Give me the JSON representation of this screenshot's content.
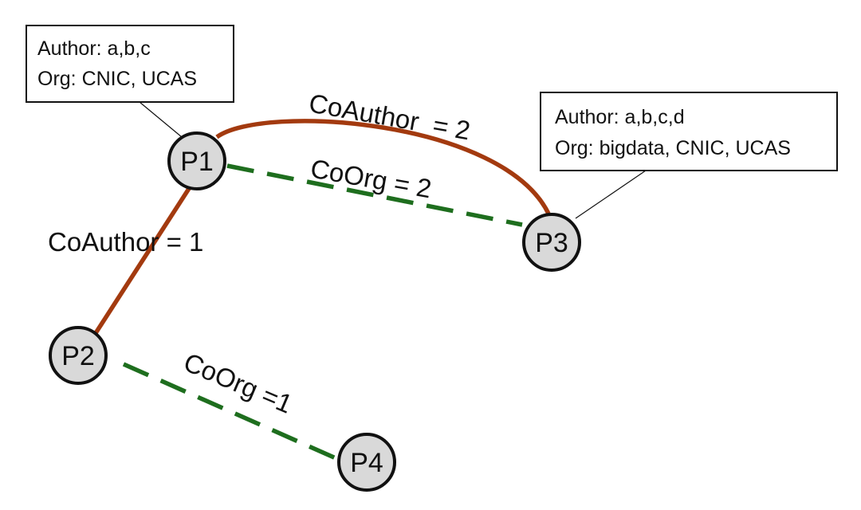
{
  "colors": {
    "coauthor_edge": "#a33a0f",
    "coorg_edge": "#1e6e1e",
    "node_fill": "#d9d9d9",
    "node_stroke": "#111111",
    "background": "#ffffff"
  },
  "nodes": {
    "p1": {
      "label": "P1"
    },
    "p2": {
      "label": "P2"
    },
    "p3": {
      "label": "P3"
    },
    "p4": {
      "label": "P4"
    }
  },
  "edges": {
    "p1_p3_coauthor": {
      "label": "CoAuthor  = 2"
    },
    "p1_p3_coorg": {
      "label": "CoOrg = 2"
    },
    "p1_p2_coauthor": {
      "label": "CoAuthor = 1"
    },
    "p2_p4_coorg": {
      "label": "CoOrg =1"
    }
  },
  "info_boxes": {
    "p1": {
      "authors": "Author: a,b,c",
      "orgs": "Org: CNIC, UCAS"
    },
    "p3": {
      "authors": "Author: a,b,c,d",
      "orgs": "Org: bigdata, CNIC, UCAS"
    }
  }
}
